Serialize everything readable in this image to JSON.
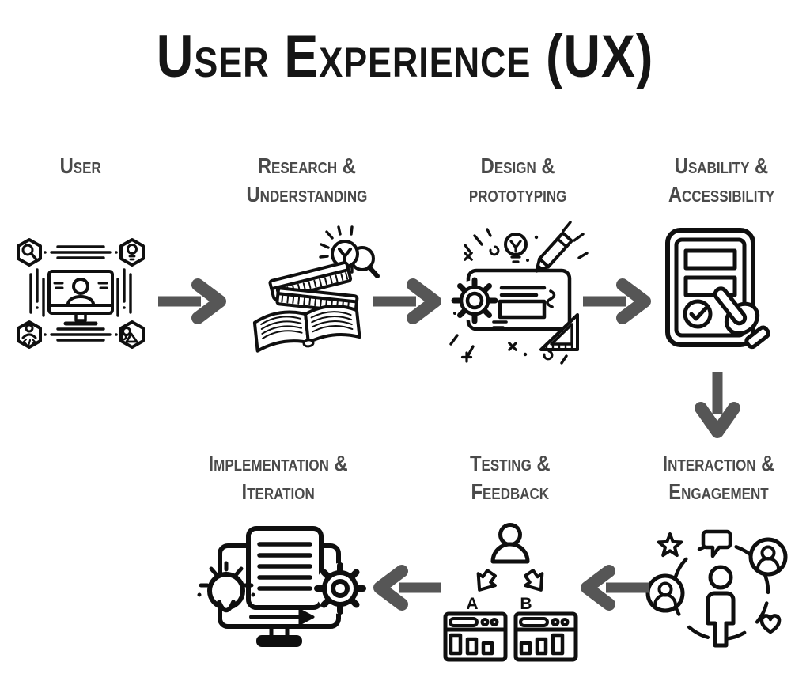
{
  "title": "User Experience (UX)",
  "stages": [
    {
      "name": "user",
      "label": "User",
      "icon": "user-network-icon"
    },
    {
      "name": "research-understanding",
      "label": "Research &\nUnderstanding",
      "icon": "books-research-icon"
    },
    {
      "name": "design-prototyping",
      "label": "Design &\nprototyping",
      "icon": "blueprint-design-icon"
    },
    {
      "name": "usability-accessibility",
      "label": "Usability &\nAccessibility",
      "icon": "form-checklist-hand-icon"
    },
    {
      "name": "interaction-engagement",
      "label": "Interaction &\nEngagement",
      "icon": "community-circle-icon"
    },
    {
      "name": "testing-feedback",
      "label": "Testing &\nFeedback",
      "icon": "ab-testing-icon"
    },
    {
      "name": "implementation-iteration",
      "label": "Implementation &\nIteration",
      "icon": "monitor-document-gear-icon"
    }
  ],
  "flow_order": [
    "user",
    "research-understanding",
    "design-prototyping",
    "usability-accessibility",
    "interaction-engagement",
    "testing-feedback",
    "implementation-iteration"
  ],
  "testing_icon": {
    "variant_a_label": "A",
    "variant_b_label": "B"
  },
  "colors": {
    "title": "#151515",
    "label": "#4a4a4a",
    "arrow": "#565656",
    "icon_ink": "#0f0f0f",
    "background": "#ffffff"
  }
}
